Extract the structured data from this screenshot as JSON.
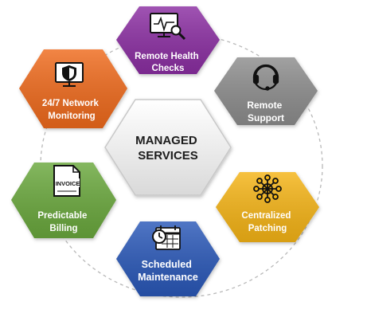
{
  "center": {
    "lines": [
      "MANAGED",
      "SERVICES"
    ]
  },
  "services": [
    {
      "id": "remote-health-checks",
      "lines": [
        "Remote Health",
        "Checks"
      ],
      "color": "#8b2fa2",
      "icon": "monitor-magnifier-icon"
    },
    {
      "id": "remote-support",
      "lines": [
        "Remote",
        "Support"
      ],
      "color": "#8d8d8d",
      "icon": "headset-icon"
    },
    {
      "id": "centralized-patching",
      "lines": [
        "Centralized",
        "Patching"
      ],
      "color": "#f5b412",
      "icon": "network-nodes-icon"
    },
    {
      "id": "scheduled-maintenance",
      "lines": [
        "Scheduled",
        "Maintenance"
      ],
      "color": "#2a58b8",
      "icon": "calendar-clock-icon"
    },
    {
      "id": "predictable-billing",
      "lines": [
        "Predictable",
        "Billing"
      ],
      "color": "#6aa83c",
      "icon": "invoice-icon",
      "icon_text": "INVOICE"
    },
    {
      "id": "network-monitoring",
      "lines": [
        "24/7 Network",
        "Monitoring"
      ],
      "color": "#ef6b1d",
      "icon": "monitor-shield-icon"
    }
  ]
}
